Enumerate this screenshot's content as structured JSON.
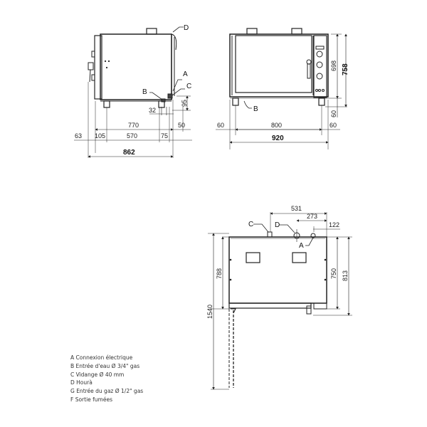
{
  "side_view": {
    "labels": {
      "A": "A",
      "B": "B",
      "C": "C",
      "D": "D"
    },
    "dims": {
      "height_95": "95",
      "offset_32": "32",
      "depth_770": "770",
      "rear_50": "50",
      "front_63": "63",
      "foot_105": "105",
      "feet_570": "570",
      "rear_75": "75",
      "total_862": "862"
    }
  },
  "front_view": {
    "labels": {
      "B": "B"
    },
    "dims": {
      "body_698": "698",
      "total_height_758": "758",
      "legs_60": "60",
      "left_60": "60",
      "width_800": "800",
      "right_60": "60",
      "total_920": "920"
    }
  },
  "top_view": {
    "labels": {
      "A": "A",
      "C": "C",
      "D": "D"
    },
    "dims": {
      "dist_531": "531",
      "dist_273": "273",
      "dist_122": "122",
      "depth_788": "788",
      "depth_750": "750",
      "depth_813": "813",
      "open_1540": "1540"
    }
  },
  "legend": {
    "items": [
      "A Connexion électrique",
      "B Entrée d'eau Ø 3/4\" gas",
      "C Vidange Ø 40 mm",
      "D Hourà",
      "G Entrée du gaz Ø 1/2\" gas",
      "F Sortie fumées"
    ]
  }
}
